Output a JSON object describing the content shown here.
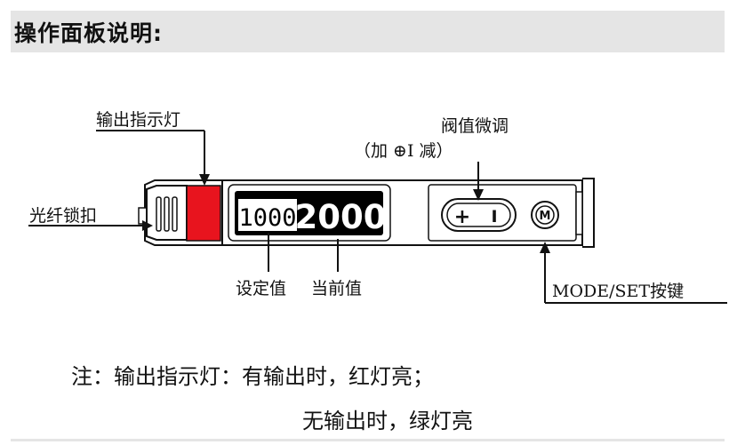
{
  "header": {
    "title": "操作面板说明:"
  },
  "callouts": {
    "output_indicator": "输出指示灯",
    "threshold_adjust": "阀值微调",
    "threshold_adjust_sub": "（加 ⊕I 减）",
    "fiber_lock": "光纤锁扣",
    "set_value": "设定值",
    "current_value": "当前值",
    "mode_set": "MODE/SET按键"
  },
  "display": {
    "set_value": "1000",
    "current_value": "2000"
  },
  "buttons": {
    "adjust_plus": "+",
    "adjust_minus": "I",
    "mode": "M"
  },
  "note": {
    "line1": "注：输出指示灯：有输出时，红灯亮；",
    "line2": "无输出时，绿灯亮"
  },
  "colors": {
    "indicator_red": "#e8141e",
    "header_bg": "#e5e5e5",
    "display_bg": "#000000"
  }
}
